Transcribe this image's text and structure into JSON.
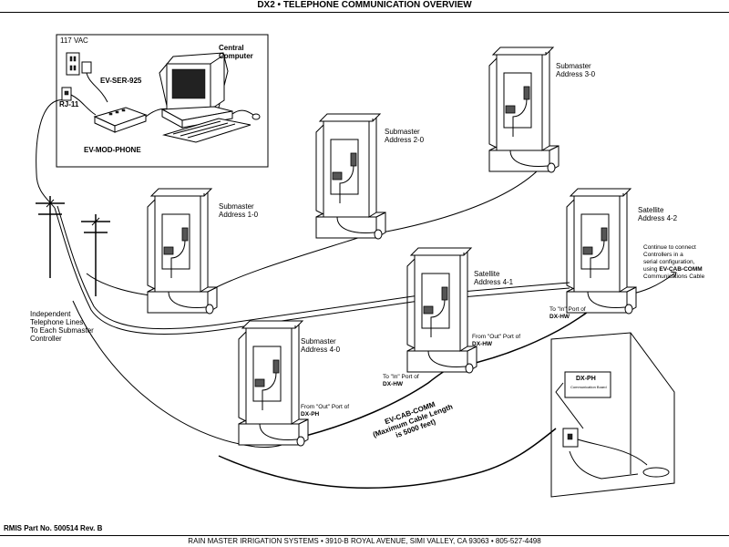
{
  "header": {
    "title": "DX2 • TELEPHONE COMMUNICATION OVERVIEW"
  },
  "footer": {
    "part_no": "RMIS Part No. 500514 Rev. B",
    "address": "RAIN MASTER IRRIGATION SYSTEMS • 3910-B ROYAL AVENUE, SIMI VALLEY, CA 93063 • 805-527-4498"
  },
  "computer_station": {
    "power": "117 VAC",
    "serial_adapter": "EV-SER-925",
    "phone_jack": "RJ-11",
    "modem": "EV-MOD-PHONE",
    "computer_line1": "Central",
    "computer_line2": "Computer"
  },
  "controllers": {
    "sm30": {
      "line1": "Submaster",
      "line2": "Address 3-0"
    },
    "sm20": {
      "line1": "Submaster",
      "line2": "Address 2-0"
    },
    "sm10": {
      "line1": "Submaster",
      "line2": "Address 1-0"
    },
    "sm40": {
      "line1": "Submaster",
      "line2": "Address 4-0"
    },
    "sat41": {
      "line1": "Satellite",
      "line2": "Address 4-1"
    },
    "sat42": {
      "line1": "Satellite",
      "line2": "Address 4-2"
    }
  },
  "phone_lines_note": {
    "line1": "Independent",
    "line2": "Telephone Lines",
    "line3": "To Each Submaster",
    "line4": "Controller"
  },
  "continue_note": {
    "line1": "Continue to connect",
    "line2": "Controllers in a",
    "line3": "serial configuration,",
    "line4_pre": "using ",
    "line4_bold": "EV-CAB-COMM",
    "line5": "Communications Cable"
  },
  "port_labels": {
    "to_in_sat42_line1": "To \"In\" Port of",
    "to_in_sat42_line2": "DX-HW",
    "from_out_sat41_line1": "From \"Out\" Port of",
    "from_out_sat41_line2": "DX-HW",
    "to_in_sat41_line1": "To \"In\" Port of",
    "to_in_sat41_line2": "DX-HW",
    "from_out_sm40_line1": "From \"Out\" Port of",
    "from_out_sm40_line2": "DX-PH"
  },
  "cable": {
    "line1": "EV-CAB-COMM",
    "line2": "(Maximum Cable Length",
    "line3": "is 5000 feet)"
  },
  "detail": {
    "board_label": "DX-PH",
    "board_sub": "Communication Board"
  }
}
